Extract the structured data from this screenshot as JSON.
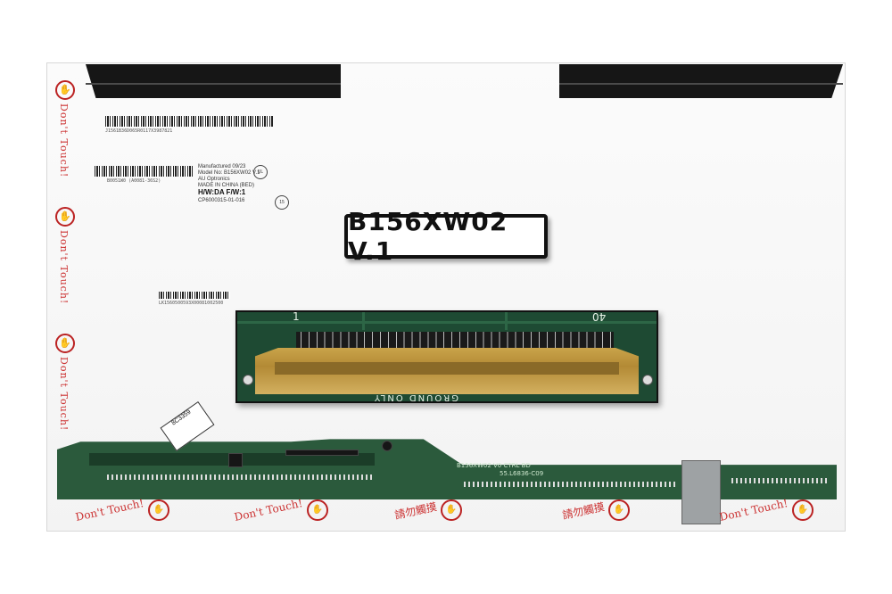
{
  "panel": {
    "model_label": "B156XW02 V.1",
    "barcode_top_text": "J1561B36D065R0117X3987821",
    "label_line_1": "Manufactured 09/23",
    "label_line_2": "Model No: B156XW02 V.1",
    "label_line_3": "AU Optronics",
    "label_line_4": "MADE IN CHINA (BED)",
    "hw_fw": "H/W:DA  F/W:1",
    "label_line_5": "CP6000315-01-016",
    "barcode_mid_text": "B0051W0 (A0081-36S2)",
    "barcode_side_text": "LK1560500593X00081002500"
  },
  "connector": {
    "pin_first": "1",
    "pin_last": "40",
    "ground_text": "GROUND ONLY"
  },
  "pcb": {
    "board_text": "B156XW02 V0 CTRL BD",
    "sub_text": "55.L6836-C09",
    "sticker_text": "8C3359"
  },
  "warnings": {
    "dont_touch": "Don't Touch!",
    "cjk": "請勿觸摸"
  }
}
